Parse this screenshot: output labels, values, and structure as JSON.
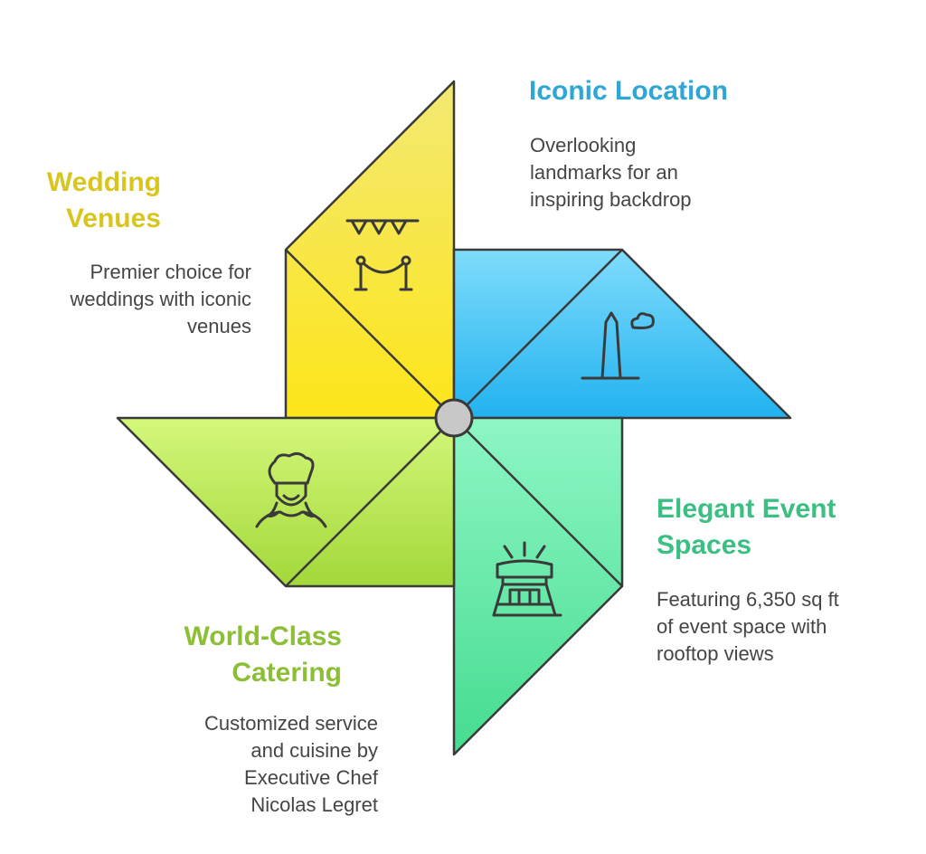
{
  "colors": {
    "wedding": "#d8c51e",
    "iconic": "#2ea6d6",
    "elegant": "#3cbf82",
    "catering": "#8cbe36",
    "outline": "#3a3a3a",
    "hub": "#c8c8c8"
  },
  "sections": {
    "wedding": {
      "title_lines": [
        "Wedding",
        "Venues"
      ],
      "desc_lines": [
        "Premier choice for",
        "weddings with iconic",
        "venues"
      ],
      "icon": "bunting-and-rope-barrier-icon"
    },
    "iconic": {
      "title_lines": [
        "Iconic Location"
      ],
      "desc_lines": [
        "Overlooking",
        "landmarks for an",
        "inspiring backdrop"
      ],
      "icon": "monument-icon"
    },
    "elegant": {
      "title_lines": [
        "Elegant Event",
        "Spaces"
      ],
      "desc_lines": [
        "Featuring 6,350 sq ft",
        "of event space with",
        "rooftop views"
      ],
      "icon": "stage-icon"
    },
    "catering": {
      "title_lines": [
        "World-Class",
        "Catering"
      ],
      "desc_lines": [
        "Customized service",
        "and cuisine by",
        "Executive Chef",
        "Nicolas Legret"
      ],
      "icon": "chef-icon"
    }
  }
}
